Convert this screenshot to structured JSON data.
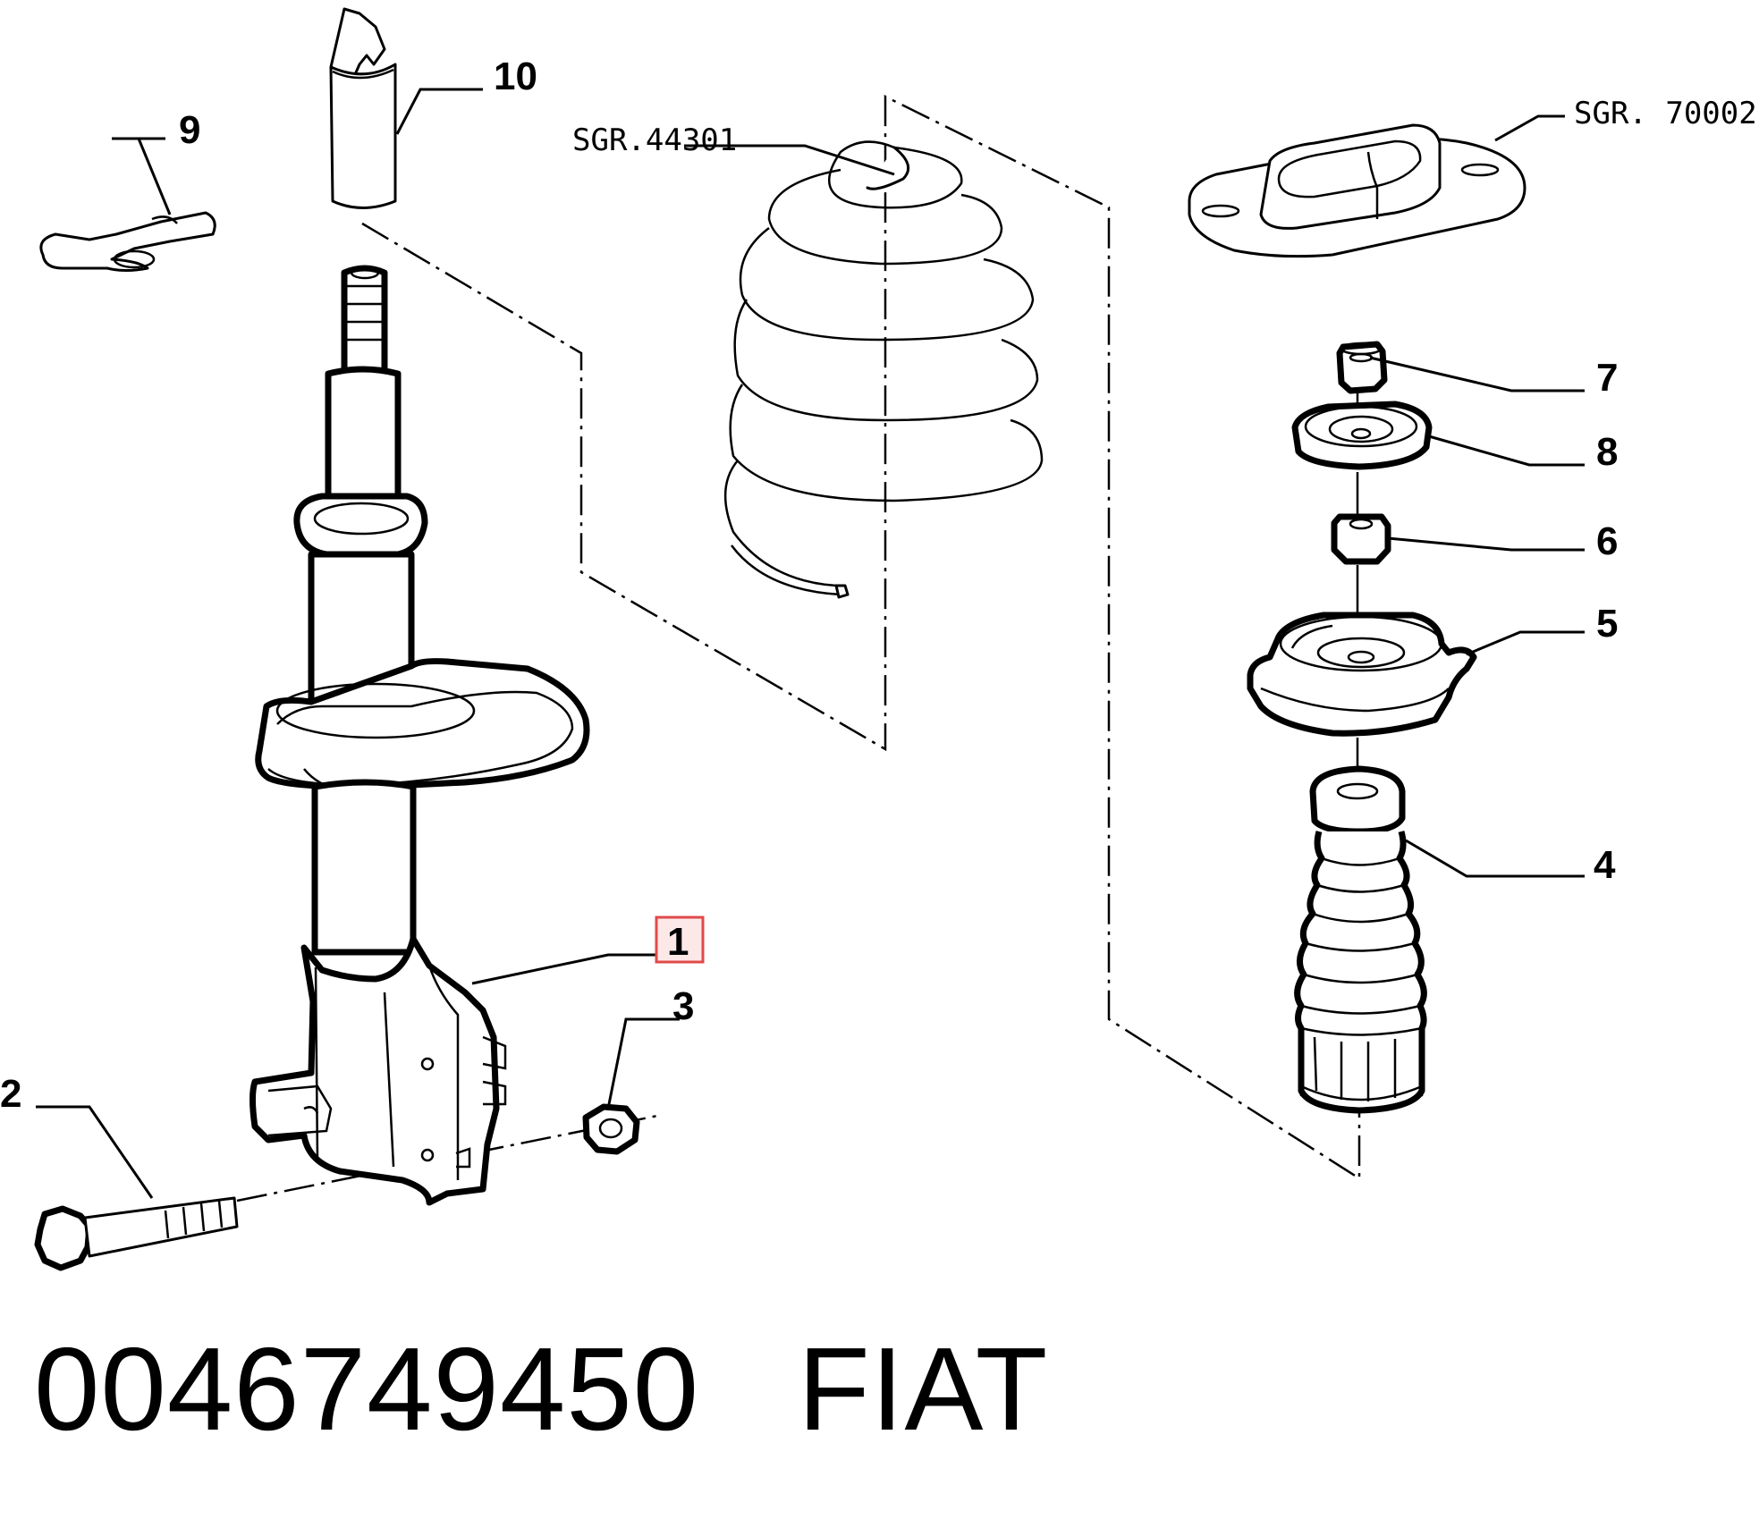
{
  "callouts": {
    "part1": "1",
    "part2": "2",
    "part3": "3",
    "part4": "4",
    "part5": "5",
    "part6": "6",
    "part7": "7",
    "part8": "8",
    "part9": "9",
    "part10": "10"
  },
  "references": {
    "spring_group": "SGR.44301",
    "mount_group": "SGR. 70002"
  },
  "footer": {
    "part_number": "0046749450",
    "brand": "FIAT"
  },
  "colors": {
    "line": "#000000",
    "highlight_border": "#e04a4a",
    "highlight_fill": "#fde8e8"
  }
}
